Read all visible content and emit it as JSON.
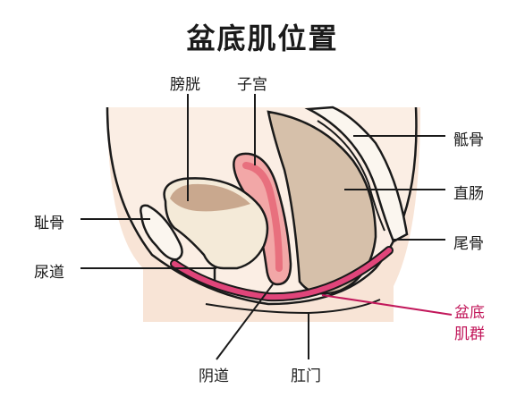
{
  "title": "盆底肌位置",
  "labels": {
    "bladder": "膀胱",
    "uterus": "子宫",
    "sacrum": "骶骨",
    "rectum": "直肠",
    "pubis": "耻骨",
    "coccyx": "尾骨",
    "urethra": "尿道",
    "pelvic_floor_line1": "盆底",
    "pelvic_floor_line2": "肌群",
    "vagina": "阴道",
    "anus": "肛门"
  },
  "colors": {
    "outline": "#1a1a1a",
    "skin": "#f8e4d6",
    "body_inner": "#fbeee4",
    "bone": "#fbf6ef",
    "bladder_urine": "#c9a88e",
    "rectum": "#d6c0aa",
    "uterus_outer": "#f2a7a7",
    "uterus_inner": "#e8707e",
    "muscle": "#e0457a",
    "accent_text": "#c2185b"
  }
}
